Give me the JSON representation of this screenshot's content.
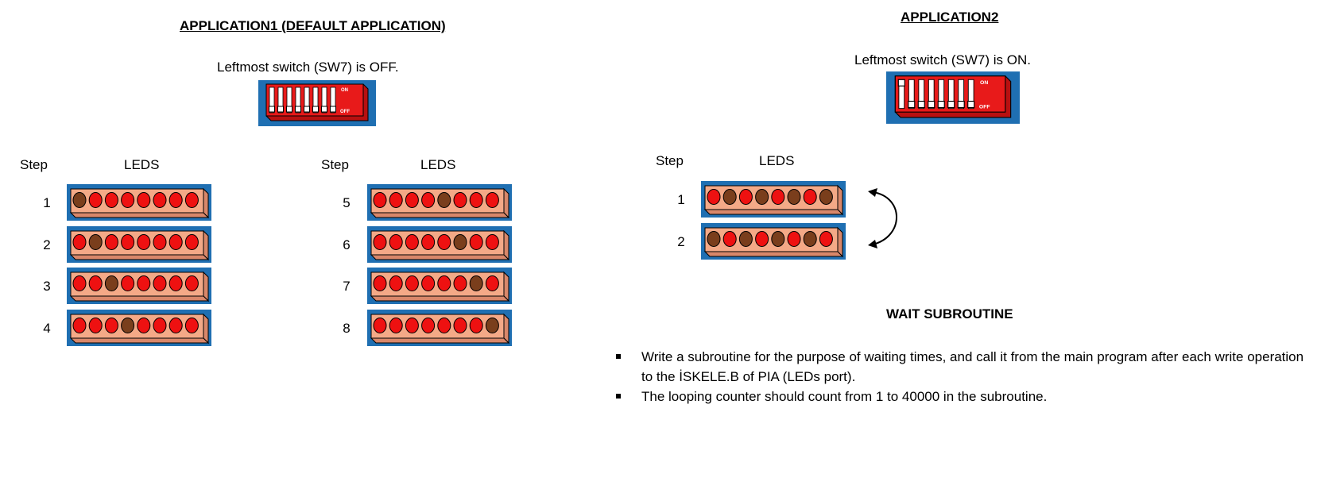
{
  "app1": {
    "title": "APPLICATION1 (DEFAULT APPLICATION)",
    "switch_text": "Leftmost switch (SW7) is OFF.",
    "switch": {
      "sw7_on": false,
      "on_label": "ON",
      "off_label": "OFF"
    },
    "col_left": {
      "step_header": "Step",
      "leds_header": "LEDS"
    },
    "col_right": {
      "step_header": "Step",
      "leds_header": "LEDS"
    },
    "steps": [
      {
        "label": "1",
        "lit_index": 0
      },
      {
        "label": "2",
        "lit_index": 1
      },
      {
        "label": "3",
        "lit_index": 2
      },
      {
        "label": "4",
        "lit_index": 3
      },
      {
        "label": "5",
        "lit_index": 4
      },
      {
        "label": "6",
        "lit_index": 5
      },
      {
        "label": "7",
        "lit_index": 6
      },
      {
        "label": "8",
        "lit_index": 7
      }
    ]
  },
  "app2": {
    "title": "APPLICATION2",
    "switch_text": "Leftmost switch (SW7) is ON.",
    "switch": {
      "sw7_on": true,
      "on_label": "ON",
      "off_label": "OFF"
    },
    "step_header": "Step",
    "leds_header": "LEDS",
    "steps": [
      {
        "label": "1",
        "brown_indices": [
          1,
          3,
          5,
          7
        ]
      },
      {
        "label": "2",
        "brown_indices": [
          0,
          2,
          4,
          6
        ]
      }
    ]
  },
  "wait": {
    "title": "WAIT SUBROUTINE",
    "bullets": [
      "Write a subroutine for the purpose of waiting times, and call it from the main program after each write operation to the İSKELE.B of PIA (LEDs port).",
      "The looping counter should count from 1 to 40000 in the subroutine."
    ]
  },
  "colors": {
    "panel_bg": "#1f6fb2",
    "strip_front": "#f4a987",
    "strip_side": "#d9876a",
    "led_red": "#ee1111",
    "led_brown": "#7a3e1c",
    "switch_red": "#e81a1a"
  }
}
